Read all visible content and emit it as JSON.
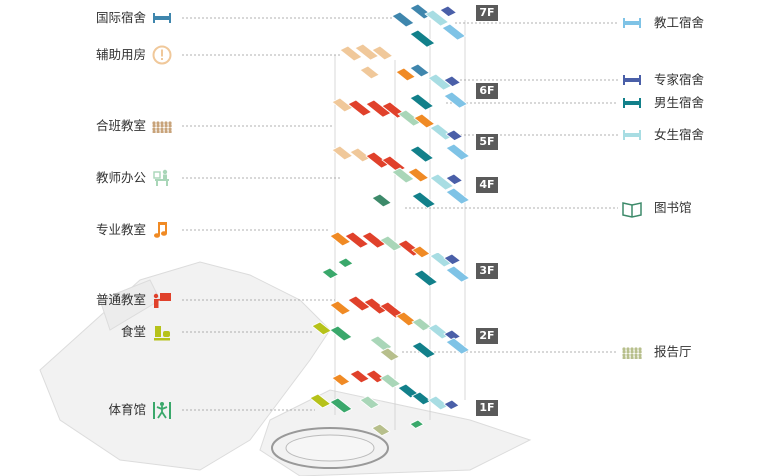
{
  "left_legend": [
    {
      "label": "国际宿舍",
      "icon": "bed-icon",
      "color": "#3f86ad"
    },
    {
      "label": "辅助用房",
      "icon": "exclamation-icon",
      "color": "#f0c89a"
    },
    {
      "label": "合班教室",
      "icon": "classroom-seats-icon",
      "color": "#c8a37a"
    },
    {
      "label": "教师办公",
      "icon": "teacher-desk-icon",
      "color": "#a9d6b8"
    },
    {
      "label": "专业教室",
      "icon": "music-note-icon",
      "color": "#f08a24"
    },
    {
      "label": "普通教室",
      "icon": "teacher-board-icon",
      "color": "#e0412b"
    },
    {
      "label": "食堂",
      "icon": "canteen-icon",
      "color": "#b6c21a"
    },
    {
      "label": "体育馆",
      "icon": "sports-figure-icon",
      "color": "#3aa86b"
    }
  ],
  "right_legend": [
    {
      "label": "教工宿舍",
      "icon": "bed-icon",
      "color": "#7fc3e6"
    },
    {
      "label": "专家宿舍",
      "icon": "bed-icon",
      "color": "#4a5fa8"
    },
    {
      "label": "男生宿舍",
      "icon": "bed-icon",
      "color": "#12808a"
    },
    {
      "label": "女生宿舍",
      "icon": "bed-icon",
      "color": "#a8dde3"
    },
    {
      "label": "图书馆",
      "icon": "book-icon",
      "color": "#3d8a6a"
    },
    {
      "label": "报告厅",
      "icon": "auditorium-seats-icon",
      "color": "#b7bf8c"
    }
  ],
  "floors": [
    "7F",
    "6F",
    "5F",
    "4F",
    "3F",
    "2F",
    "1F"
  ]
}
